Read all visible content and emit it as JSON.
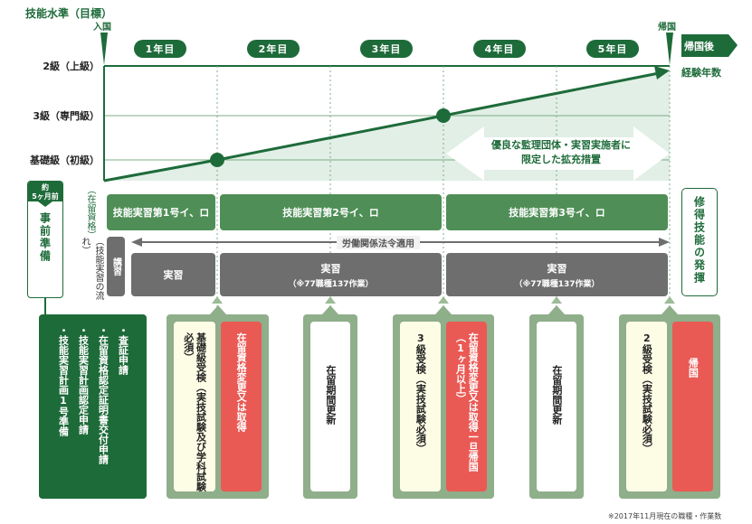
{
  "title": "技能水準（目標）",
  "entry": "入国",
  "return": "帰国",
  "years": [
    "1年目",
    "2年目",
    "3年目",
    "4年目",
    "5年目"
  ],
  "after_return": "帰国後",
  "experience_years": "経験年数",
  "levels": [
    "2級（上級）",
    "3級（専門級）",
    "基礎級（初級）"
  ],
  "expansion_note": [
    "優良な監理団体・実習実施者に",
    "限定した拡充措置"
  ],
  "prep": {
    "timing": [
      "約",
      "5ヶ月前"
    ],
    "label": "事前準備"
  },
  "status_label": "（在留資格）",
  "flow_label": "（技能実習の流れ）",
  "statuses": [
    "技能実習第1号イ、ロ",
    "技能実習第2号イ、ロ",
    "技能実習第3号イ、ロ"
  ],
  "labor_law": "労働関係法令適用",
  "lecture": "講習",
  "training": [
    {
      "label": "実習",
      "sub": ""
    },
    {
      "label": "実習",
      "sub": "（※77職種137作業）"
    },
    {
      "label": "実習",
      "sub": "（※77職種137作業）"
    }
  ],
  "skill_use": "修得技能の発揮",
  "prep_steps": [
    "・技能実習計画1号準備",
    "・技能実習計画認定申請",
    "・在留資格認定証明書交付申請",
    "・査証申請"
  ],
  "milestones": {
    "m1": [
      "基礎級受検（実技試験及び学科試験必須）",
      "在留資格変更又は取得"
    ],
    "m2": "在留期間更新",
    "m3": [
      "3級受検（実技試験必須）",
      "在留資格変更又は取得一旦帰国（1ヶ月以上）"
    ],
    "m4": "在留期間更新",
    "m5": [
      "2級受検（実技試験必須）",
      "帰国"
    ]
  },
  "footnote": "※2017年11月現在の職種・作業数",
  "colors": {
    "green": "#1e6b3a",
    "status": "#4f8f57",
    "gray": "#6e6e6e",
    "red": "#ea5a55",
    "cream": "#fdfde6"
  }
}
